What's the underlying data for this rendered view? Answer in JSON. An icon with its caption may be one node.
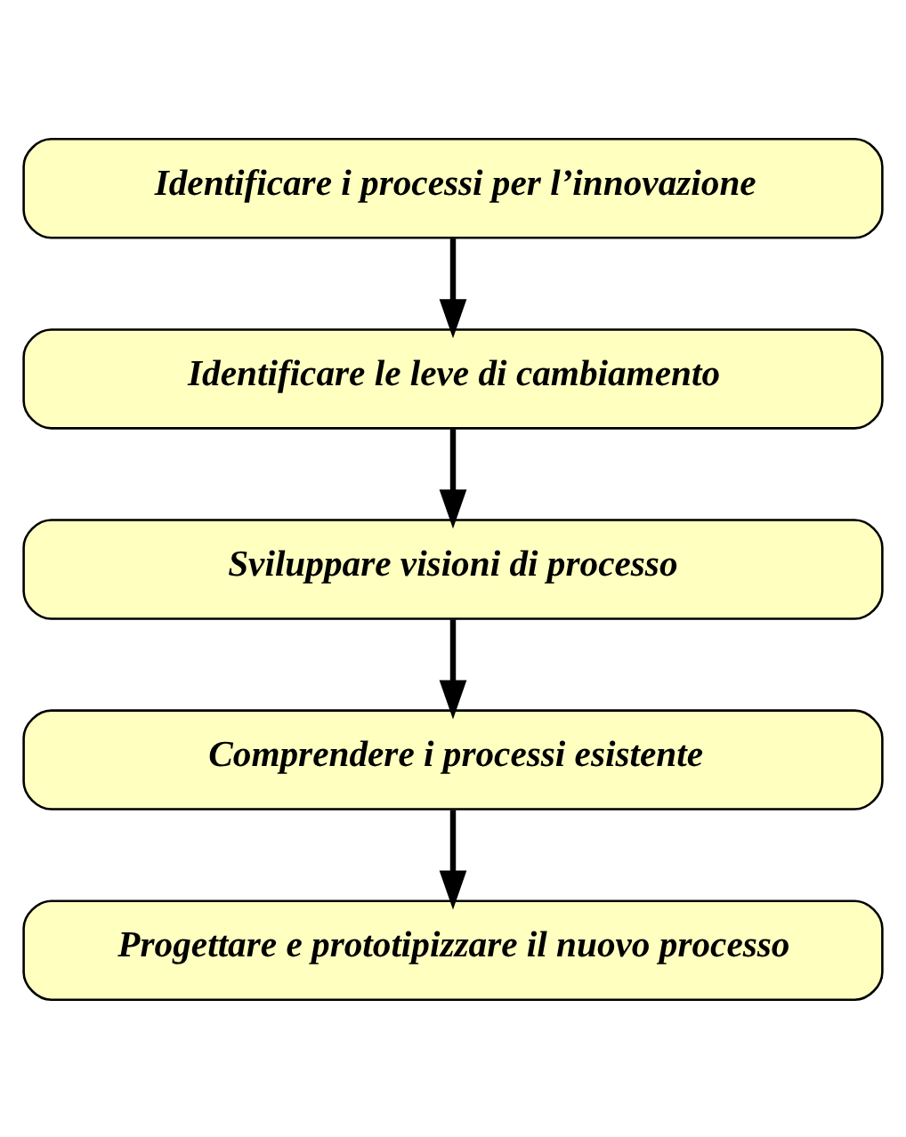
{
  "diagram": {
    "nodes": [
      {
        "text": [
          "Identificare i processi per l’innovazione"
        ]
      },
      {
        "text": [
          "Identificare le leve di cambiamento"
        ]
      },
      {
        "text": [
          "Sviluppare visioni di processo"
        ]
      },
      {
        "text": [
          "Comprendere i processi esistente"
        ]
      },
      {
        "text": [
          "Progettare e prototipizzare il nuovo processo"
        ]
      }
    ],
    "edges": [
      {
        "from": 0,
        "to": 1,
        "arrow": "to"
      },
      {
        "from": 1,
        "to": 2,
        "arrow": "to"
      },
      {
        "from": 2,
        "to": 3,
        "arrow": "to"
      },
      {
        "from": 3,
        "to": 4,
        "arrow": "to"
      }
    ]
  }
}
